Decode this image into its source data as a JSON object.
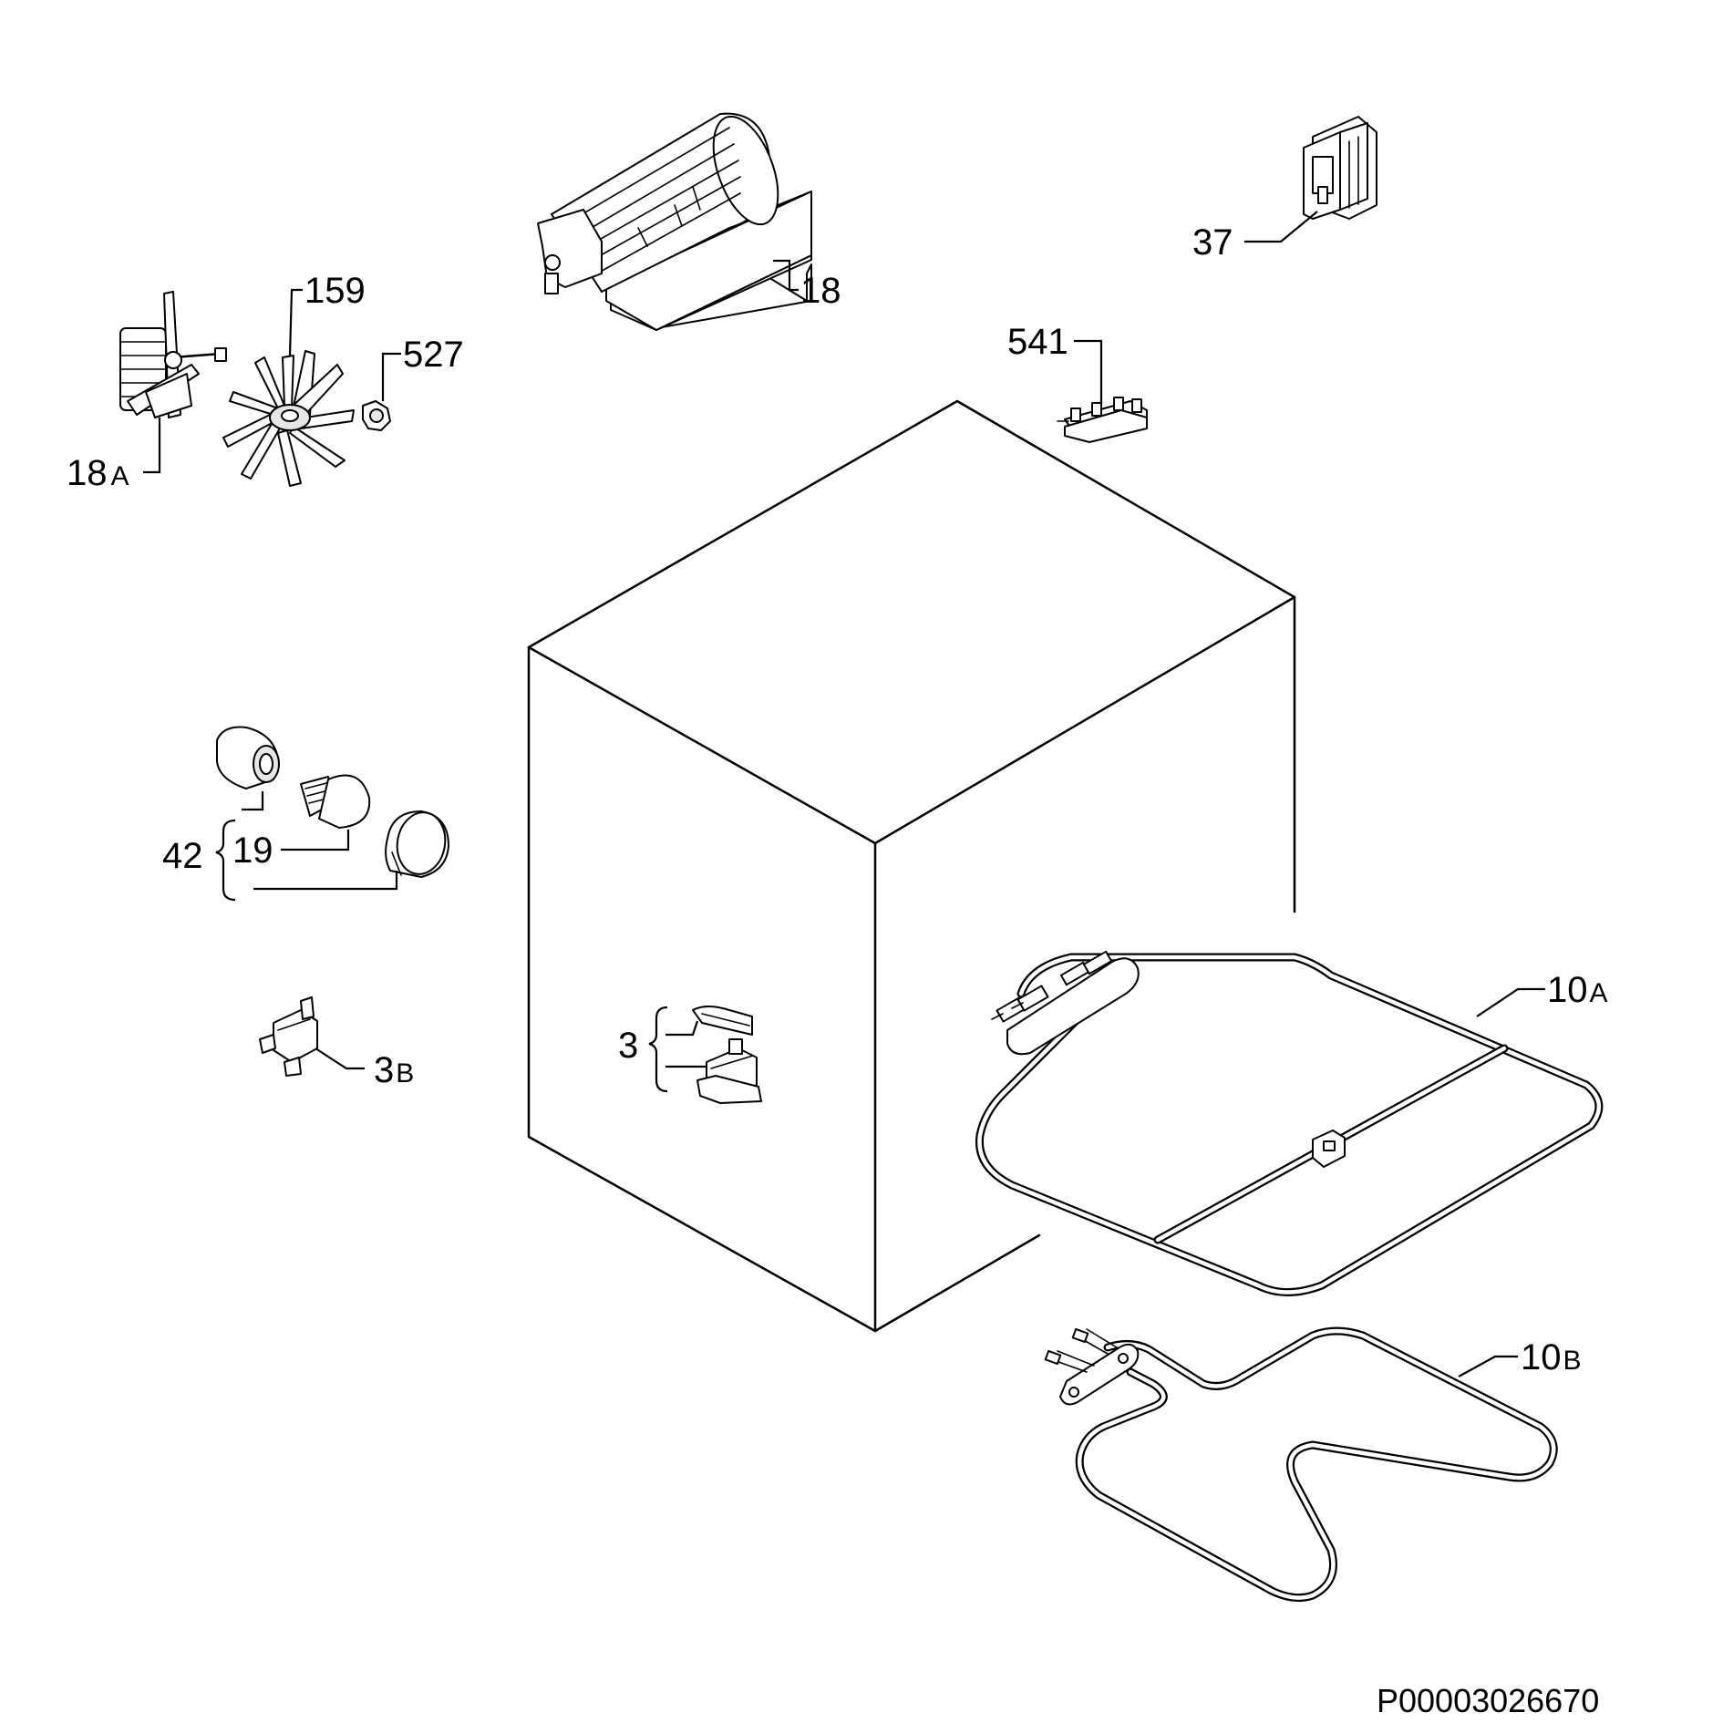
{
  "drawing_code": "P00003026670",
  "callouts": {
    "fan_motor": {
      "main": "18",
      "suffix": "A"
    },
    "fan_blade": {
      "main": "159"
    },
    "fan_nut": {
      "main": "527"
    },
    "tangential_fan": {
      "main": "18"
    },
    "switch": {
      "main": "37"
    },
    "terminal_block": {
      "main": "541"
    },
    "lamp_assembly": {
      "main": "42"
    },
    "lamp_bulb": {
      "main": "19"
    },
    "thermostat_3b": {
      "main": "3",
      "suffix": "B"
    },
    "thermostat_set": {
      "main": "3"
    },
    "upper_element": {
      "main": "10",
      "suffix": "A"
    },
    "lower_element": {
      "main": "10",
      "suffix": "B"
    }
  }
}
